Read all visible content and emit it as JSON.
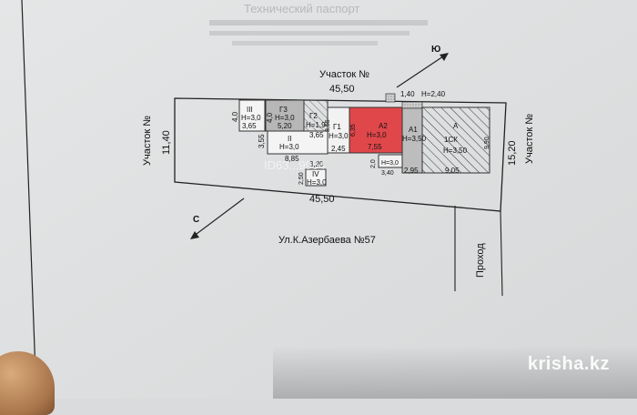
{
  "plan": {
    "header_ghost": "Технический паспорт",
    "top_label": "Участок №",
    "left_label": "Участок №",
    "right_label": "Участок №",
    "street_label": "Ул.К.Азербаева №57",
    "passage_label": "Проход",
    "north_label": "Ю",
    "south_label": "С",
    "watermark_id": "ID63...9954",
    "dim_top": "45,50",
    "dim_bottom": "45,50",
    "dim_left": "11,40",
    "dim_right": "15,20",
    "dim_extra_top": "1,40",
    "dim_extra_height": "Н=2,40"
  },
  "rooms": {
    "r3": {
      "name": "III",
      "h": "Н=3,0",
      "w": "3,65",
      "side": "4,0"
    },
    "g3": {
      "name": "Г3",
      "h": "Н=3,0",
      "w": "5,20",
      "side": "4,0"
    },
    "g2": {
      "name": "Г2",
      "h": "Н=1,9",
      "w": "3,65",
      "side": "3,55"
    },
    "r2": {
      "name": "II",
      "h": "Н=3,0",
      "w": "8,85",
      "side": "3,55"
    },
    "g1": {
      "name": "Г1",
      "h": "Н=3,0",
      "w": "2,45"
    },
    "a2": {
      "name": "А2",
      "h": "Н=3,0",
      "w": "7,55",
      "side": "6,35"
    },
    "a1": {
      "name": "А1",
      "h": "Н=3,50",
      "w": "2,95"
    },
    "a": {
      "name": "А",
      "sub": "1СК",
      "h": "Н=3,50",
      "w": "9,05",
      "side": "9,90"
    },
    "r4": {
      "name": "IV",
      "h": "Н=3,0",
      "w": "3,20",
      "side": "2,50"
    },
    "small": {
      "h": "Н=3,0",
      "w": "3,40",
      "side": "2,0"
    }
  },
  "site": {
    "name": "krisha.kz"
  },
  "colors": {
    "highlight": "#e0474b",
    "gray_fill": "#b8b8b8",
    "hatch": "#333333",
    "paper": "#e3e5e6"
  }
}
